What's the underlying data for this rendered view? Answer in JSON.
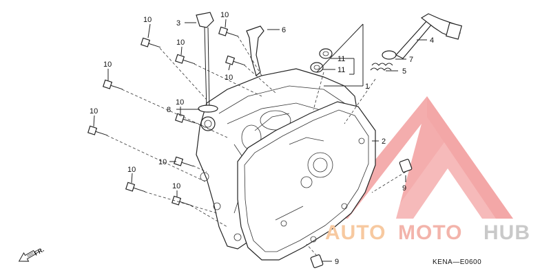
{
  "diagram": {
    "callouts": [
      {
        "label": "10",
        "id": "bolt-top-left"
      },
      {
        "label": "3",
        "id": "dipstick"
      },
      {
        "label": "10",
        "id": "bolt-top-center"
      },
      {
        "label": "6",
        "id": "bracket"
      },
      {
        "label": "4",
        "id": "shaft-assembly"
      },
      {
        "label": "10",
        "id": "bolt-left-2"
      },
      {
        "label": "10",
        "id": "bolt-center-2"
      },
      {
        "label": "11",
        "id": "oil-seal-upper"
      },
      {
        "label": "11",
        "id": "oil-seal-lower"
      },
      {
        "label": "7",
        "id": "collar"
      },
      {
        "label": "5",
        "id": "spring"
      },
      {
        "label": "1",
        "id": "cover"
      },
      {
        "label": "10",
        "id": "bolt-left-3"
      },
      {
        "label": "10",
        "id": "bolt-mid-3"
      },
      {
        "label": "8",
        "id": "o-ring"
      },
      {
        "label": "10",
        "id": "bolt-left-4"
      },
      {
        "label": "2",
        "id": "gasket"
      },
      {
        "label": "10",
        "id": "bolt-mid-4"
      },
      {
        "label": "9",
        "id": "dowel-pin-right"
      },
      {
        "label": "10",
        "id": "bolt-lower-left"
      },
      {
        "label": "10",
        "id": "bolt-lower-mid"
      },
      {
        "label": "9",
        "id": "dowel-pin-bottom"
      }
    ],
    "front_marker": "FR.",
    "code": "KENA—E0600"
  },
  "watermark": {
    "part1": "AUTO",
    "part2": "MOTO",
    "part3": "HUB",
    "color_red": "#f08080",
    "color_orange": "#f6b98a",
    "color_gray": "#b5b5b5"
  }
}
